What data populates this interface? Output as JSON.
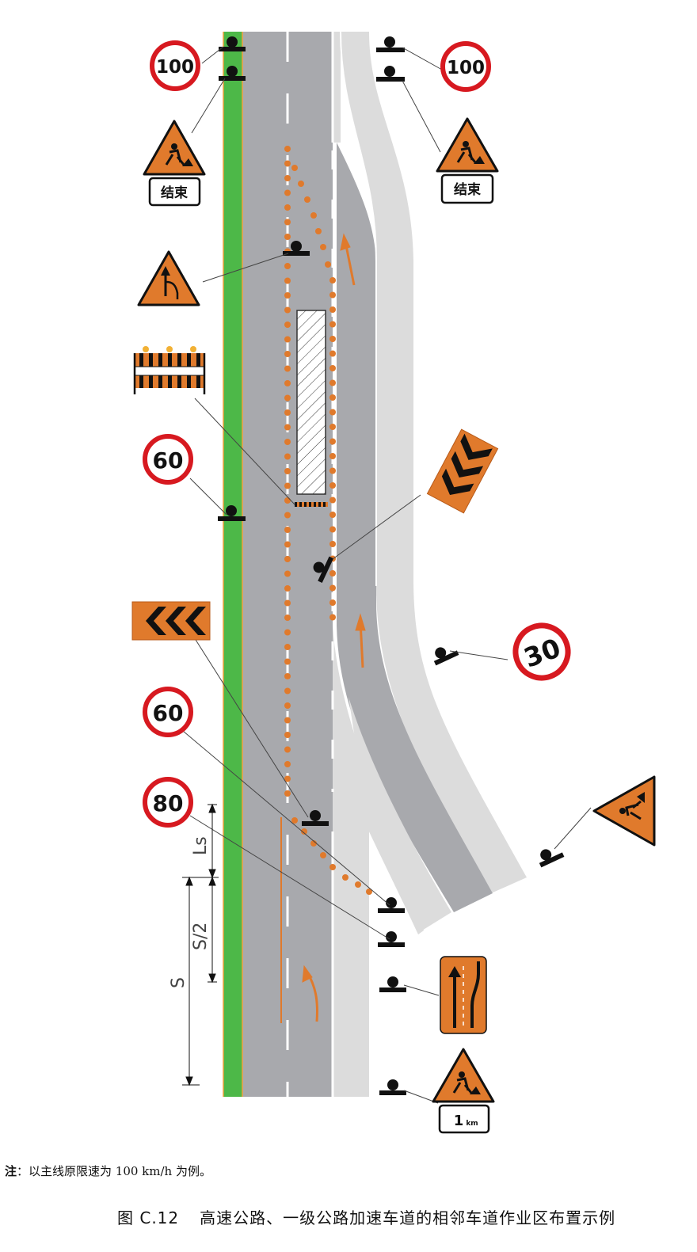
{
  "signs": {
    "top_left_speed": "100",
    "top_right_speed": "100",
    "end_plate_left": "结束",
    "end_plate_right": "结束",
    "speed_60_upper": "60",
    "speed_60_lower": "60",
    "speed_80": "80",
    "speed_30": "30",
    "distance_plate_number": "1",
    "distance_plate_unit": "km"
  },
  "dimensions": {
    "ls": "Ls",
    "s_half": "S/2",
    "s": "S"
  },
  "note": {
    "label": "注",
    "text": "：以主线原限速为 100 km/h 为例。"
  },
  "caption": {
    "figure_number": "图 C.12",
    "title": "高速公路、一级公路加速车道的相邻车道作业区布置示例"
  },
  "colors": {
    "road_gray": "#a8a9ad",
    "shoulder_gray": "#dcdcdc",
    "median_green": "#4db848",
    "construction_orange": "#e07a2c",
    "speed_red": "#d71920",
    "support_black": "#111111"
  }
}
